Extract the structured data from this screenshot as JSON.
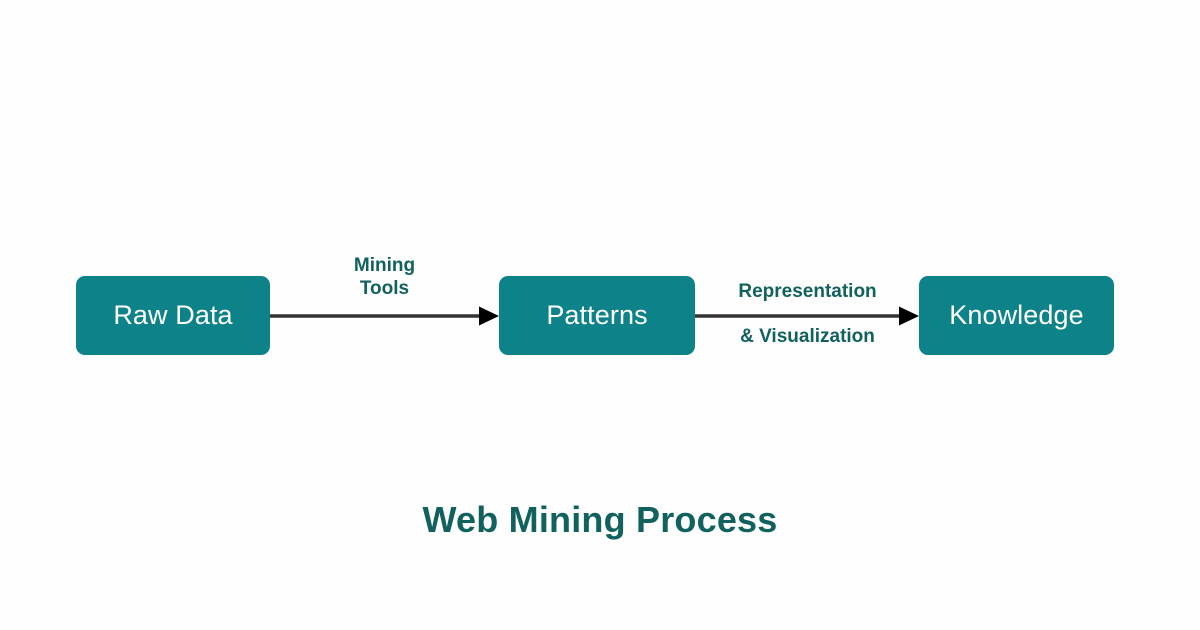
{
  "figure": {
    "caption": "Web Mining Process",
    "background_color": "#fefefe",
    "node_fill_color": "#0d8389",
    "node_text_color": "#ffffff",
    "label_text_color": "#11625f",
    "connector_color": "#333333"
  },
  "nodes": [
    {
      "id": "raw-data",
      "label": "Raw Data"
    },
    {
      "id": "patterns",
      "label": "Patterns"
    },
    {
      "id": "knowledge",
      "label": "Knowledge"
    }
  ],
  "connectors": [
    {
      "id": "mining-tools",
      "from": "raw-data",
      "to": "patterns",
      "label_line_1": "Mining",
      "label_line_2": "Tools",
      "label_position": "above",
      "arrow_icon": "arrow-right-icon"
    },
    {
      "id": "representation",
      "from": "patterns",
      "to": "knowledge",
      "label_above": "Representation",
      "label_below": "& Visualization",
      "label_position": "split",
      "arrow_icon": "arrow-right-icon"
    }
  ],
  "chart_data": {
    "type": "diagram",
    "title": "Web Mining Process",
    "stages": [
      "Raw Data",
      "Patterns",
      "Knowledge"
    ],
    "transitions": [
      {
        "from": "Raw Data",
        "to": "Patterns",
        "label": "Mining Tools"
      },
      {
        "from": "Patterns",
        "to": "Knowledge",
        "label": "Representation & Visualization"
      }
    ]
  }
}
